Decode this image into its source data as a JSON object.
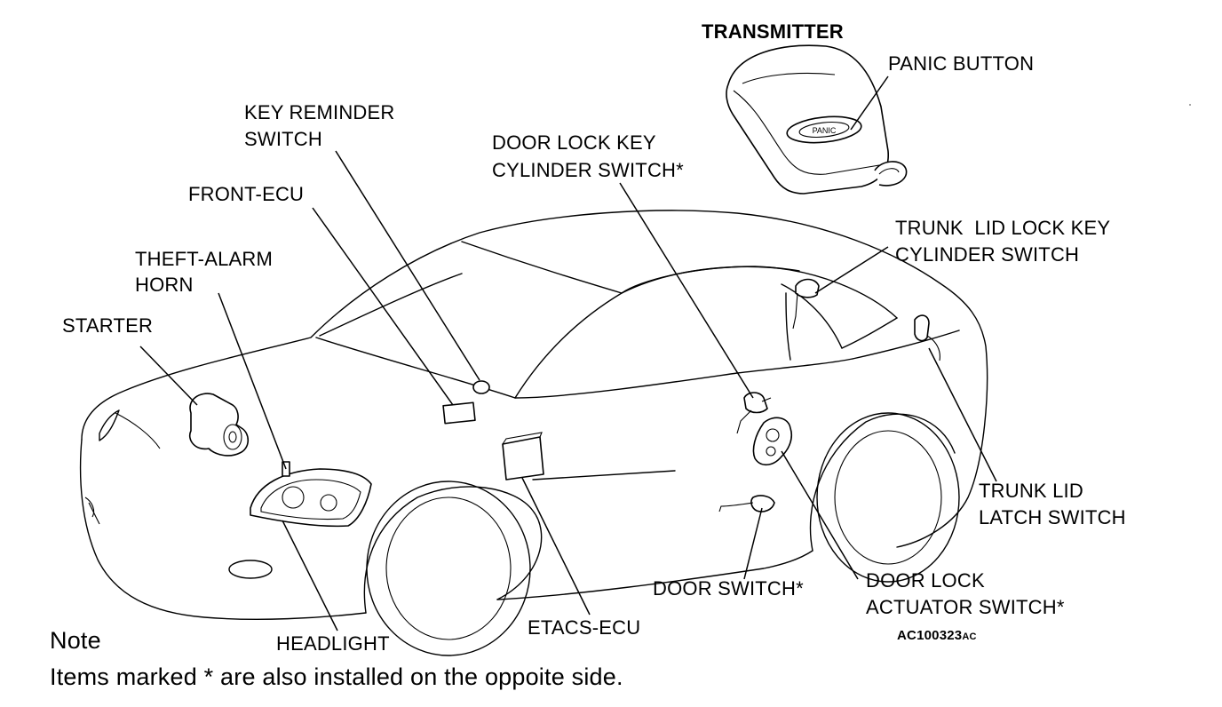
{
  "diagram": {
    "title": "TRANSMITTER",
    "code": "AC100323",
    "code_suffix": "AC",
    "labels": {
      "panic_button": "PANIC BUTTON",
      "key_reminder_line1": "KEY REMINDER",
      "key_reminder_line2": "SWITCH",
      "door_lock_key_line1": "DOOR LOCK KEY",
      "door_lock_key_line2": "CYLINDER SWITCH*",
      "front_ecu": "FRONT-ECU",
      "trunk_key_line1": "TRUNK  LID LOCK KEY",
      "trunk_key_line2": "CYLINDER SWITCH",
      "theft_alarm_line1": "THEFT-ALARM",
      "theft_alarm_line2": "HORN",
      "starter": "STARTER",
      "trunk_latch_line1": "TRUNK LID",
      "trunk_latch_line2": "LATCH SWITCH",
      "door_lock_actuator_line1": "DOOR LOCK",
      "door_lock_actuator_line2": "ACTUATOR SWITCH*",
      "door_switch": "DOOR SWITCH*",
      "headlight": "HEADLIGHT",
      "etacs_ecu": "ETACS-ECU"
    },
    "transmitter_button_text": "PANIC"
  },
  "note": {
    "heading": "Note",
    "text": "Items marked * are also installed on the oppoite side."
  }
}
